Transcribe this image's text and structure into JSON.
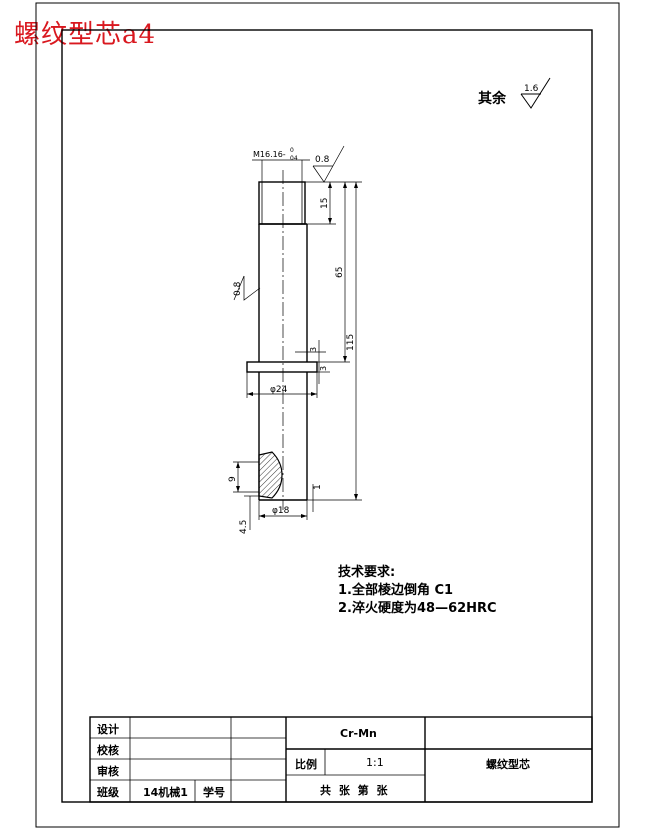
{
  "stamp": "螺纹型芯a4",
  "roughness_note": {
    "label": "其余",
    "value": "1.6"
  },
  "dimensions": {
    "thread": "M16.16-",
    "thread_tol_upper": "0",
    "thread_tol_lower": "04",
    "ra_top": "0.8",
    "ra_side": "0.8",
    "d15": "15",
    "d65": "65",
    "d115": "115",
    "d3a": "3",
    "d3b": "3",
    "d_phi24": "φ24",
    "d9": "9",
    "d1": "1",
    "d4_5": "4.5",
    "d_phi18": "φ18"
  },
  "tech_requirements": {
    "title": "技术要求:",
    "items": [
      "1.全部棱边倒角 C1",
      "2.淬火硬度为48—62HRC"
    ]
  },
  "title_block": {
    "design": "设计",
    "check": "校核",
    "review": "审核",
    "class": "班级",
    "class_value": "14机械1",
    "student_no": "学号",
    "material": "Cr-Mn",
    "scale_label": "比例",
    "scale_value": "1:1",
    "part_name": "螺纹型芯",
    "sheet_text": "共 张 第 张"
  }
}
